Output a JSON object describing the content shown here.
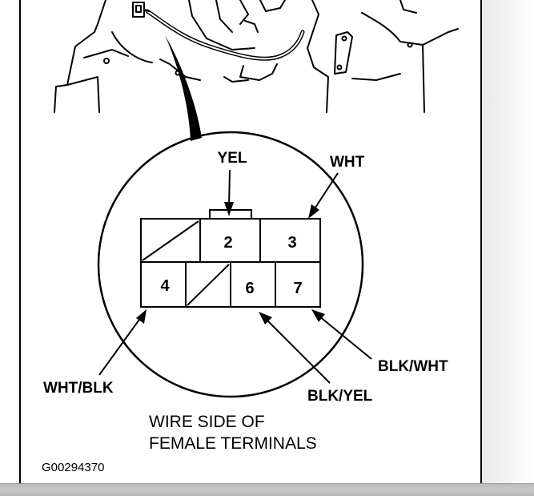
{
  "diagram": {
    "terminals": [
      "2",
      "3",
      "4",
      "6",
      "7"
    ],
    "wire_labels": {
      "yel": "YEL",
      "wht": "WHT",
      "wht_blk": "WHT/BLK",
      "blk_yel": "BLK/YEL",
      "blk_wht": "BLK/WHT"
    },
    "caption": {
      "line1": "WIRE SIDE OF",
      "line2": "FEMALE TERMINALS"
    },
    "figure_id": "G00294370"
  }
}
